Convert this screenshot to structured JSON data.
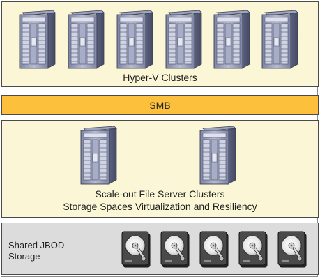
{
  "layers": {
    "hyperv": {
      "label": "Hyper-V Clusters",
      "server_count": 6
    },
    "smb": {
      "label": "SMB"
    },
    "sofs": {
      "label_line1": "Scale-out File Server Clusters",
      "label_line2": "Storage Spaces Virtualization and Resiliency",
      "server_count": 2
    },
    "jbod": {
      "label_line1": "Shared JBOD",
      "label_line2": "Storage",
      "disk_count": 5
    }
  },
  "colors": {
    "cluster_band": "#fbf7d6",
    "smb_band": "#fdc03c",
    "storage_band": "#dcdcdc",
    "server_body": "#8d94b0",
    "disk_body": "#3a3a3a"
  },
  "icons": {
    "server": "server-tower-icon",
    "disk": "hard-disk-icon"
  }
}
